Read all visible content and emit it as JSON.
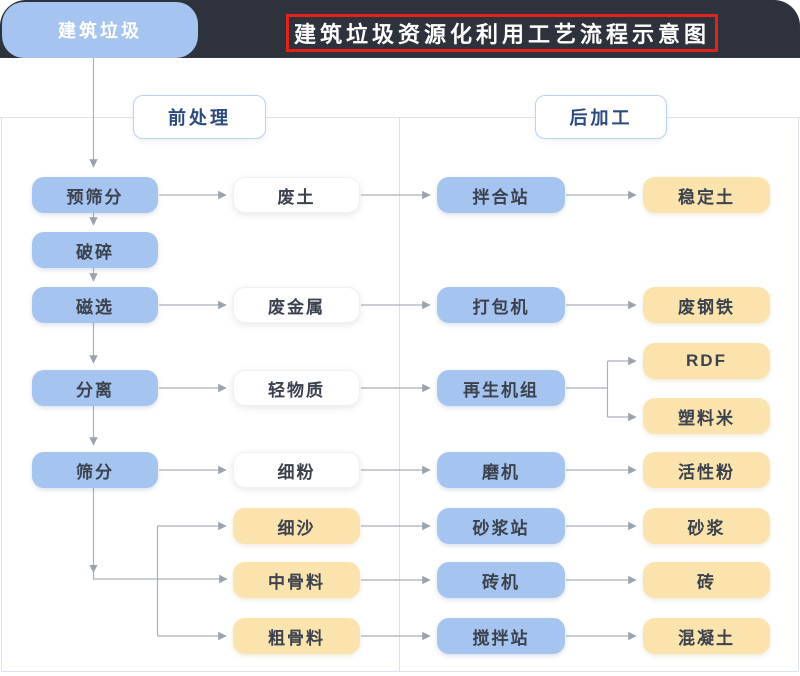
{
  "header": {
    "tab": "建筑垃圾",
    "title": "建筑垃圾资源化利用工艺流程示意图"
  },
  "sections": {
    "pre_label": "前处理",
    "post_label": "后加工"
  },
  "flow": {
    "pre_screening": "预筛分",
    "crushing": "破碎",
    "magnetic_separation": "磁选",
    "separation": "分离",
    "screening": "筛分",
    "waste_soil": "废土",
    "waste_metal": "废金属",
    "light_material": "轻物质",
    "fine_powder": "细粉",
    "fine_sand": "细沙",
    "medium_aggregate": "中骨料",
    "coarse_aggregate": "粗骨料",
    "mixing_plant": "拌合站",
    "baling_machine": "打包机",
    "regeneration_unit": "再生机组",
    "grinding_mill": "磨机",
    "mortar_plant": "砂浆站",
    "brick_machine": "砖机",
    "agitating_plant": "搅拌站",
    "stabilized_soil": "稳定土",
    "scrap_steel": "废钢铁",
    "rdf": "RDF",
    "plastic_pellets": "塑料米",
    "active_powder": "活性粉",
    "mortar": "砂浆",
    "brick": "砖",
    "concrete": "混凝土"
  },
  "colors": {
    "accent_blue": "#A5C4F0",
    "accent_yellow": "#FAE3AC",
    "header_dark": "#2D323C",
    "section_text": "#2B4A80",
    "section_border": "#B9D3F2",
    "node_text": "#3B414D",
    "line_gray": "#ABB0B8",
    "panel_border": "#DFE3EC",
    "title_red": "#E02419"
  }
}
